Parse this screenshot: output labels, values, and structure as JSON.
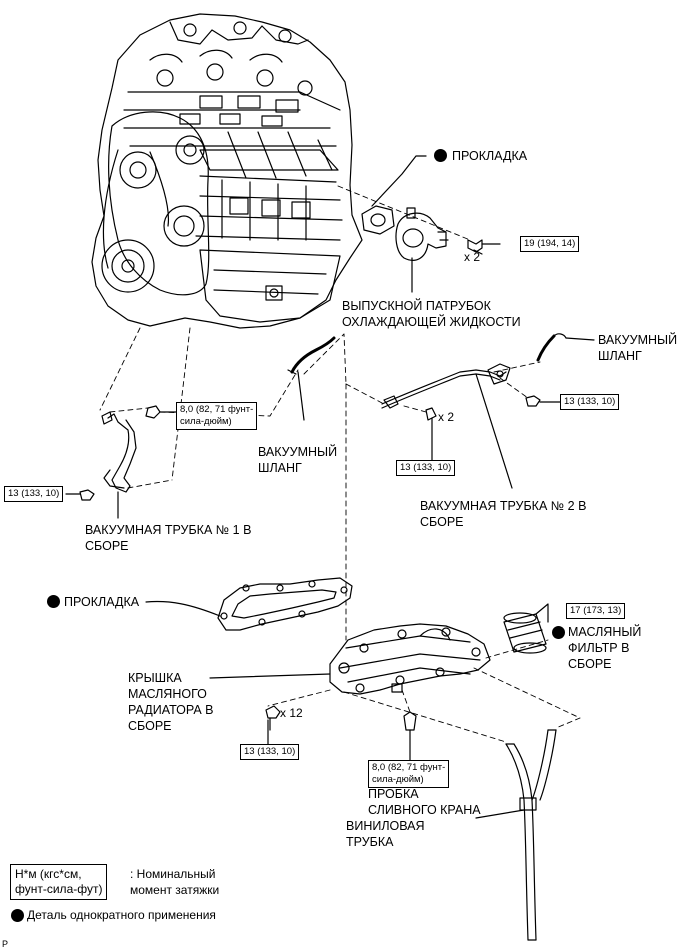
{
  "labels": {
    "gasket_top": "ПРОКЛАДКА",
    "coolant_outlet": "ВЫПУСКНОЙ ПАТРУБОК\nОХЛАЖДАЮЩЕЙ ЖИДКОСТИ",
    "vacuum_hose_right": "ВАКУУМНЫЙ\nШЛАНГ",
    "vacuum_hose_center": "ВАКУУМНЫЙ\nШЛАНГ",
    "vacuum_tube_1": "ВАКУУМНАЯ ТРУБКА № 1 В\nСБОРЕ",
    "vacuum_tube_2": "ВАКУУМНАЯ ТРУБКА № 2 В\nСБОРЕ",
    "gasket_middle": "ПРОКЛАДКА",
    "oil_filter": "МАСЛЯНЫЙ\nФИЛЬТР В\nСБОРЕ",
    "oil_cooler_cover": "КРЫШКА\nМАСЛЯНОГО\nРАДИАТОРА В\nСБОРЕ",
    "drain_plug": "ПРОБКА\nСЛИВНОГО КРАНА",
    "vinyl_tube": "ВИНИЛОВАЯ\nТРУБКА"
  },
  "torque": {
    "outlet_bolts": "19 (194, 14)",
    "tube1_nut": "8,0 (82, 71 фунт-\nсила-дюйм)",
    "tube1_bolt": "13 (133, 10)",
    "tube2_bolt": "13 (133, 10)",
    "tube2_nuts": "13 (133, 10)",
    "oil_filter": "17 (173, 13)",
    "cooler_bolts": "13 (133, 10)",
    "drain_plug": "8,0 (82, 71 фунт-\nсила-дюйм)"
  },
  "quantities": {
    "outlet_bolts": "x 2",
    "tube2_nuts": "x 2",
    "cooler_bolts": "x 12"
  },
  "legend": {
    "unit_box": "Н*м (кгс*см,\nфунт-сила-фут)",
    "unit_text": ": Номинальный\nмомент затяжки",
    "non_reusable": "Деталь однократного применения"
  },
  "corner_mark": "P"
}
